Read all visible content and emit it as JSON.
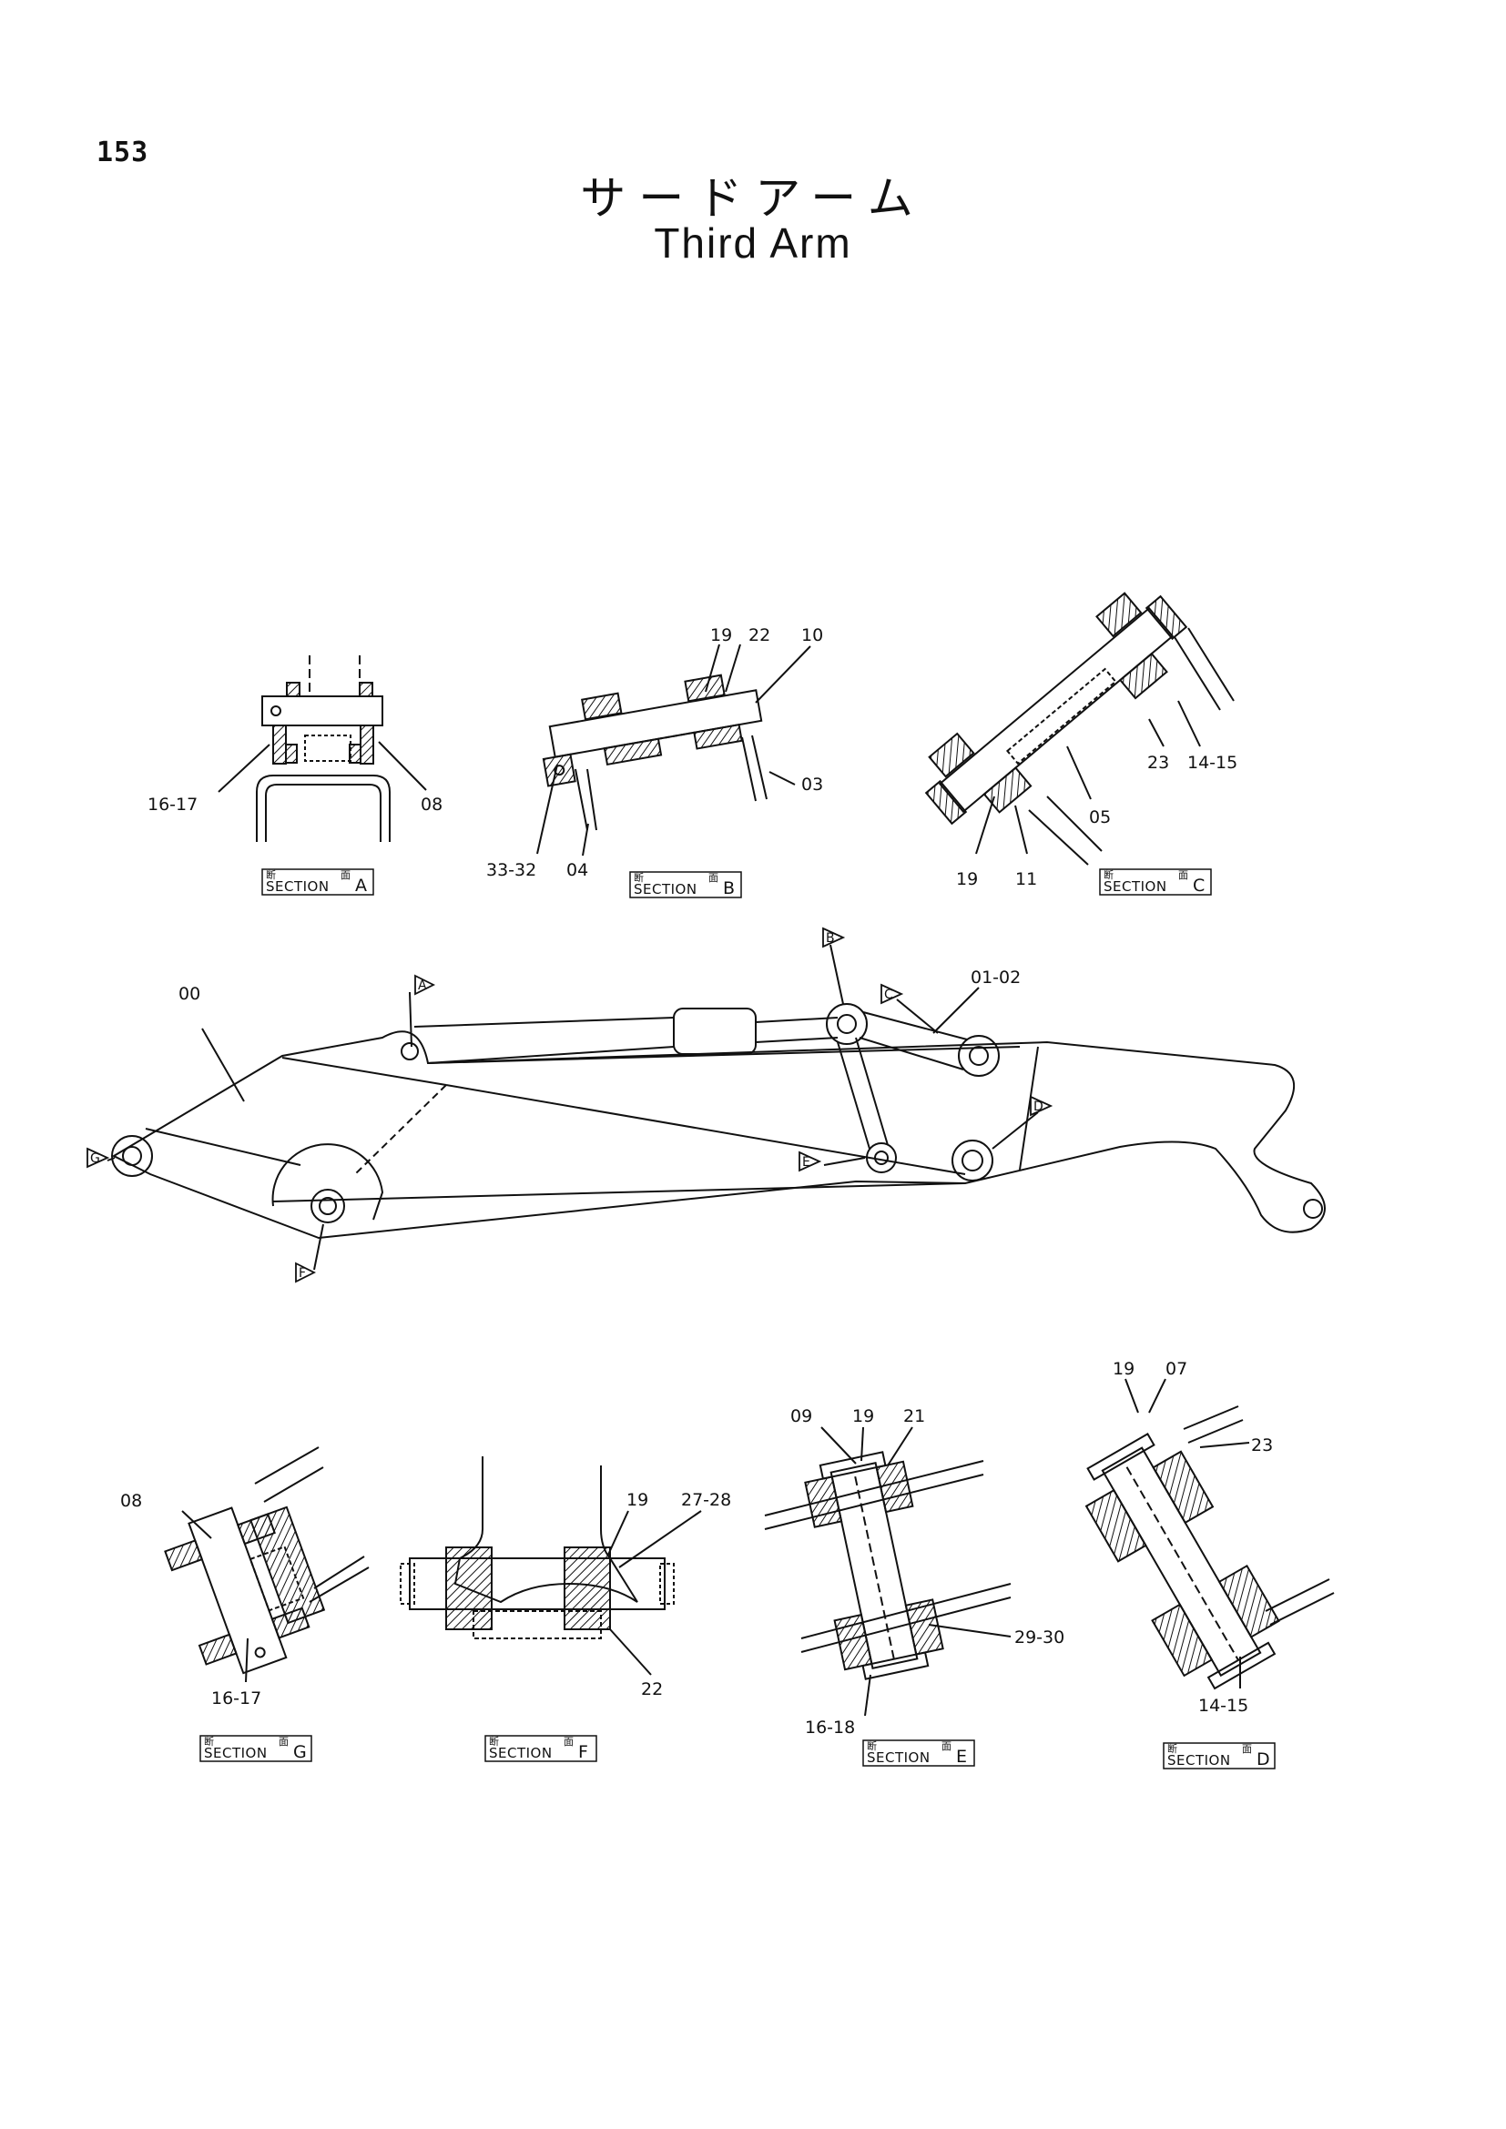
{
  "page_number": "153",
  "title_jp": "サードアーム",
  "title_en": "Third Arm",
  "section_word": "SECTION",
  "section_jp": [
    "断",
    "面"
  ],
  "sections": {
    "A": {
      "letter": "A",
      "labels": [
        "16-17",
        "08"
      ]
    },
    "B": {
      "letter": "B",
      "labels": [
        "19",
        "22",
        "10",
        "03",
        "33-32",
        "04"
      ]
    },
    "C": {
      "letter": "C",
      "labels": [
        "23",
        "14-15",
        "05",
        "19",
        "11"
      ]
    },
    "G": {
      "letter": "G",
      "labels": [
        "08",
        "16-17"
      ]
    },
    "F": {
      "letter": "F",
      "labels": [
        "19",
        "27-28",
        "22"
      ]
    },
    "E": {
      "letter": "E",
      "labels": [
        "09",
        "19",
        "21",
        "29-30",
        "16-18"
      ]
    },
    "D": {
      "letter": "D",
      "labels": [
        "19",
        "07",
        "23",
        "14-15"
      ]
    }
  },
  "main_arm": {
    "labels": [
      "00",
      "01-02"
    ],
    "section_tags": [
      "A",
      "B",
      "C",
      "D",
      "E",
      "F",
      "G"
    ]
  }
}
